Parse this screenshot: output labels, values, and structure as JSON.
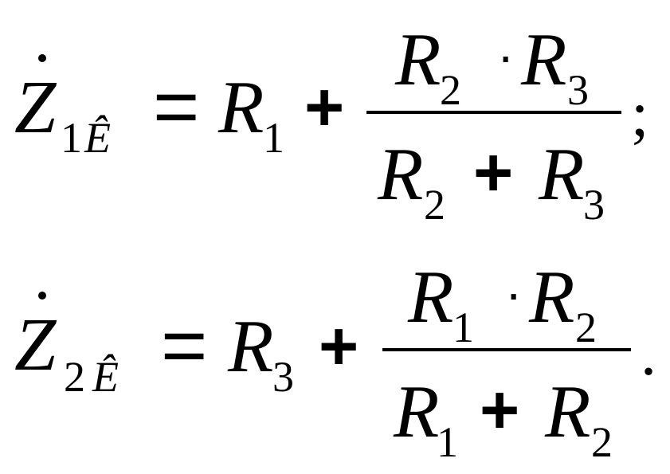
{
  "equations": [
    {
      "lhs": {
        "symbol": "Z",
        "sub_num": "1",
        "sub_letter": "Ê"
      },
      "equals": "=",
      "term": {
        "symbol": "R",
        "sub": "1"
      },
      "plus": "+",
      "numerator": {
        "a": "R",
        "a_sub": "2",
        "op": "·",
        "b": "R",
        "b_sub": "3"
      },
      "denominator": {
        "a": "R",
        "a_sub": "2",
        "op": "+",
        "b": "R",
        "b_sub": "3"
      },
      "end": ";"
    },
    {
      "lhs": {
        "symbol": "Z",
        "sub_num": "2",
        "sub_letter": "Ê"
      },
      "equals": "=",
      "term": {
        "symbol": "R",
        "sub": "3"
      },
      "plus": "+",
      "numerator": {
        "a": "R",
        "a_sub": "1",
        "op": "·",
        "b": "R",
        "b_sub": "2"
      },
      "denominator": {
        "a": "R",
        "a_sub": "1",
        "op": "+",
        "b": "R",
        "b_sub": "2"
      },
      "end": "."
    }
  ]
}
